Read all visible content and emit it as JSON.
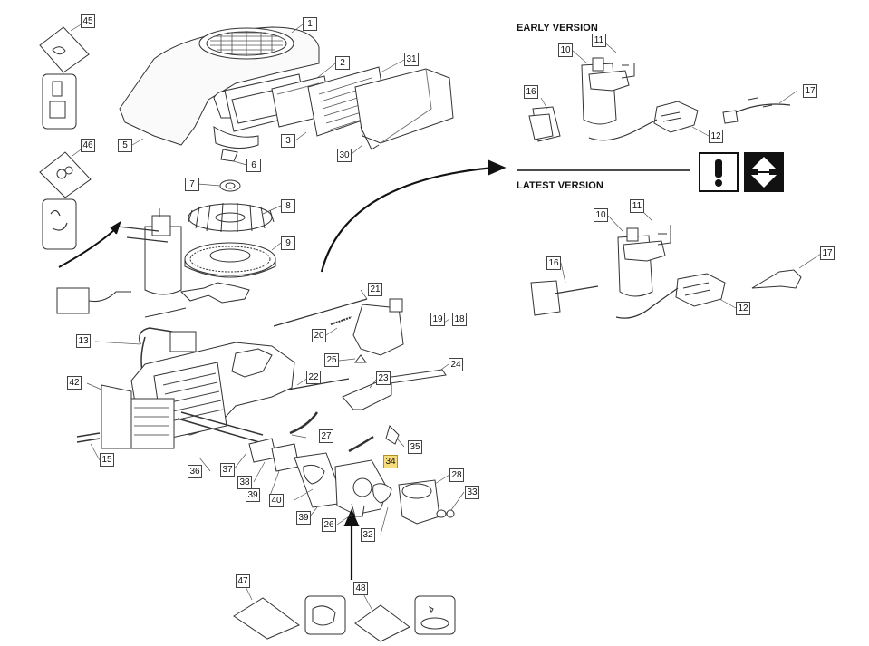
{
  "sections": {
    "early": "EARLY VERSION",
    "latest": "LATEST VERSION"
  },
  "icons": [
    "exclamation-icon",
    "up-down-arrows-icon"
  ],
  "highlight_color": "#f6dc7a",
  "callouts": [
    "1",
    "2",
    "31",
    "3",
    "30",
    "5",
    "6",
    "7",
    "8",
    "9",
    "45",
    "46",
    "10",
    "11",
    "16",
    "17",
    "12",
    "21",
    "19",
    "18",
    "20",
    "25",
    "13",
    "22",
    "23",
    "24",
    "42",
    "15",
    "27",
    "35",
    "34",
    "36",
    "37",
    "38",
    "39",
    "40",
    "39",
    "26",
    "28",
    "33",
    "32",
    "47",
    "48",
    "10",
    "11",
    "16",
    "17",
    "12"
  ]
}
